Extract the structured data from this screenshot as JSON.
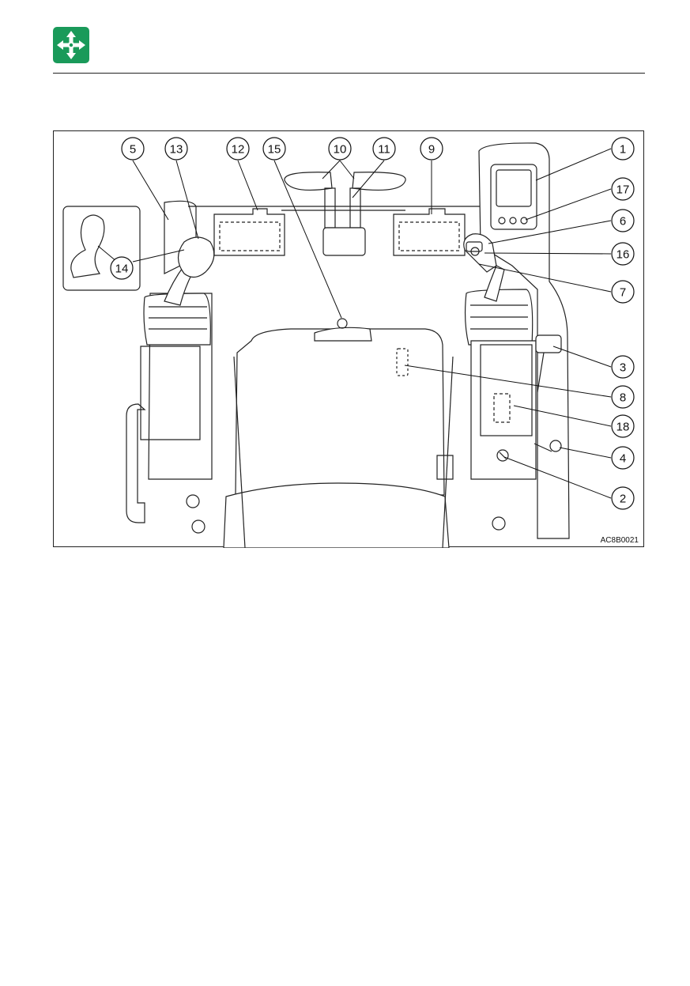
{
  "header": {
    "icon": "operation-arrows-icon",
    "icon_color": "#1a9a5a"
  },
  "figure": {
    "code": "AC8B0021",
    "callouts": [
      "1",
      "2",
      "3",
      "4",
      "5",
      "6",
      "7",
      "8",
      "9",
      "10",
      "11",
      "12",
      "13",
      "14",
      "15",
      "16",
      "17",
      "18"
    ]
  }
}
